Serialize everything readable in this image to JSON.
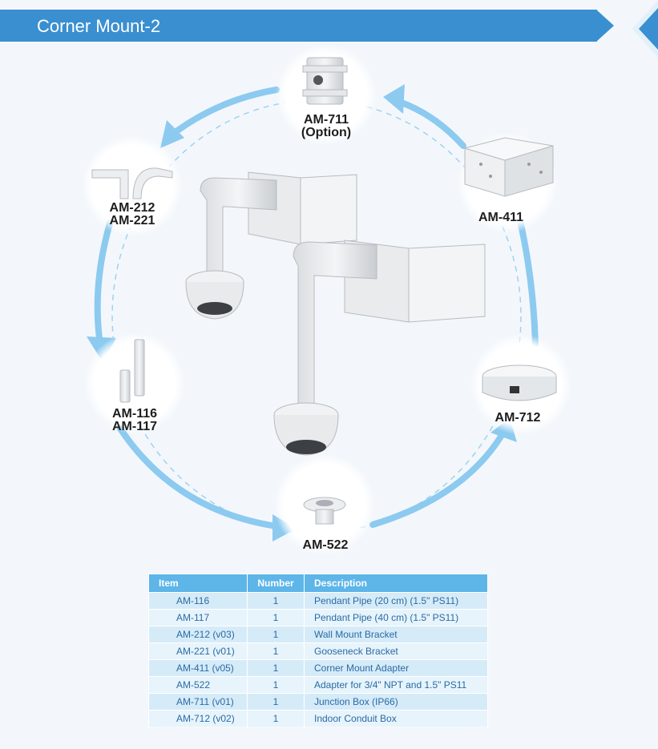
{
  "header": {
    "title": "Corner Mount-2"
  },
  "diagram": {
    "nodes": [
      {
        "id": "am711",
        "line1": "AM-711",
        "line2": "(Option)"
      },
      {
        "id": "am411",
        "line1": "AM-411",
        "line2": ""
      },
      {
        "id": "am712",
        "line1": "AM-712",
        "line2": ""
      },
      {
        "id": "am522",
        "line1": "AM-522",
        "line2": ""
      },
      {
        "id": "am116",
        "line1": "AM-116",
        "line2": "AM-117"
      },
      {
        "id": "am212",
        "line1": "AM-212",
        "line2": "AM-221"
      }
    ]
  },
  "table": {
    "headers": [
      "Item",
      "Number",
      "Description"
    ],
    "rows": [
      {
        "item": "AM-116",
        "number": "1",
        "description": "Pendant Pipe (20 cm) (1.5\" PS11)"
      },
      {
        "item": "AM-117",
        "number": "1",
        "description": "Pendant Pipe (40 cm) (1.5\" PS11)"
      },
      {
        "item": "AM-212 (v03)",
        "number": "1",
        "description": "Wall Mount Bracket"
      },
      {
        "item": "AM-221 (v01)",
        "number": "1",
        "description": "Gooseneck Bracket"
      },
      {
        "item": "AM-411 (v05)",
        "number": "1",
        "description": "Corner Mount Adapter"
      },
      {
        "item": "AM-522",
        "number": "1",
        "description": "Adapter for 3/4\" NPT and 1.5\" PS11"
      },
      {
        "item": "AM-711 (v01)",
        "number": "1",
        "description": "Junction Box (IP66)"
      },
      {
        "item": "AM-712 (v02)",
        "number": "1",
        "description": "Indoor Conduit Box"
      }
    ]
  },
  "colors": {
    "accent": "#3a8fd0",
    "ring": "#8ccaf0",
    "table_header": "#5db5e8",
    "table_text": "#2a6aa5"
  }
}
